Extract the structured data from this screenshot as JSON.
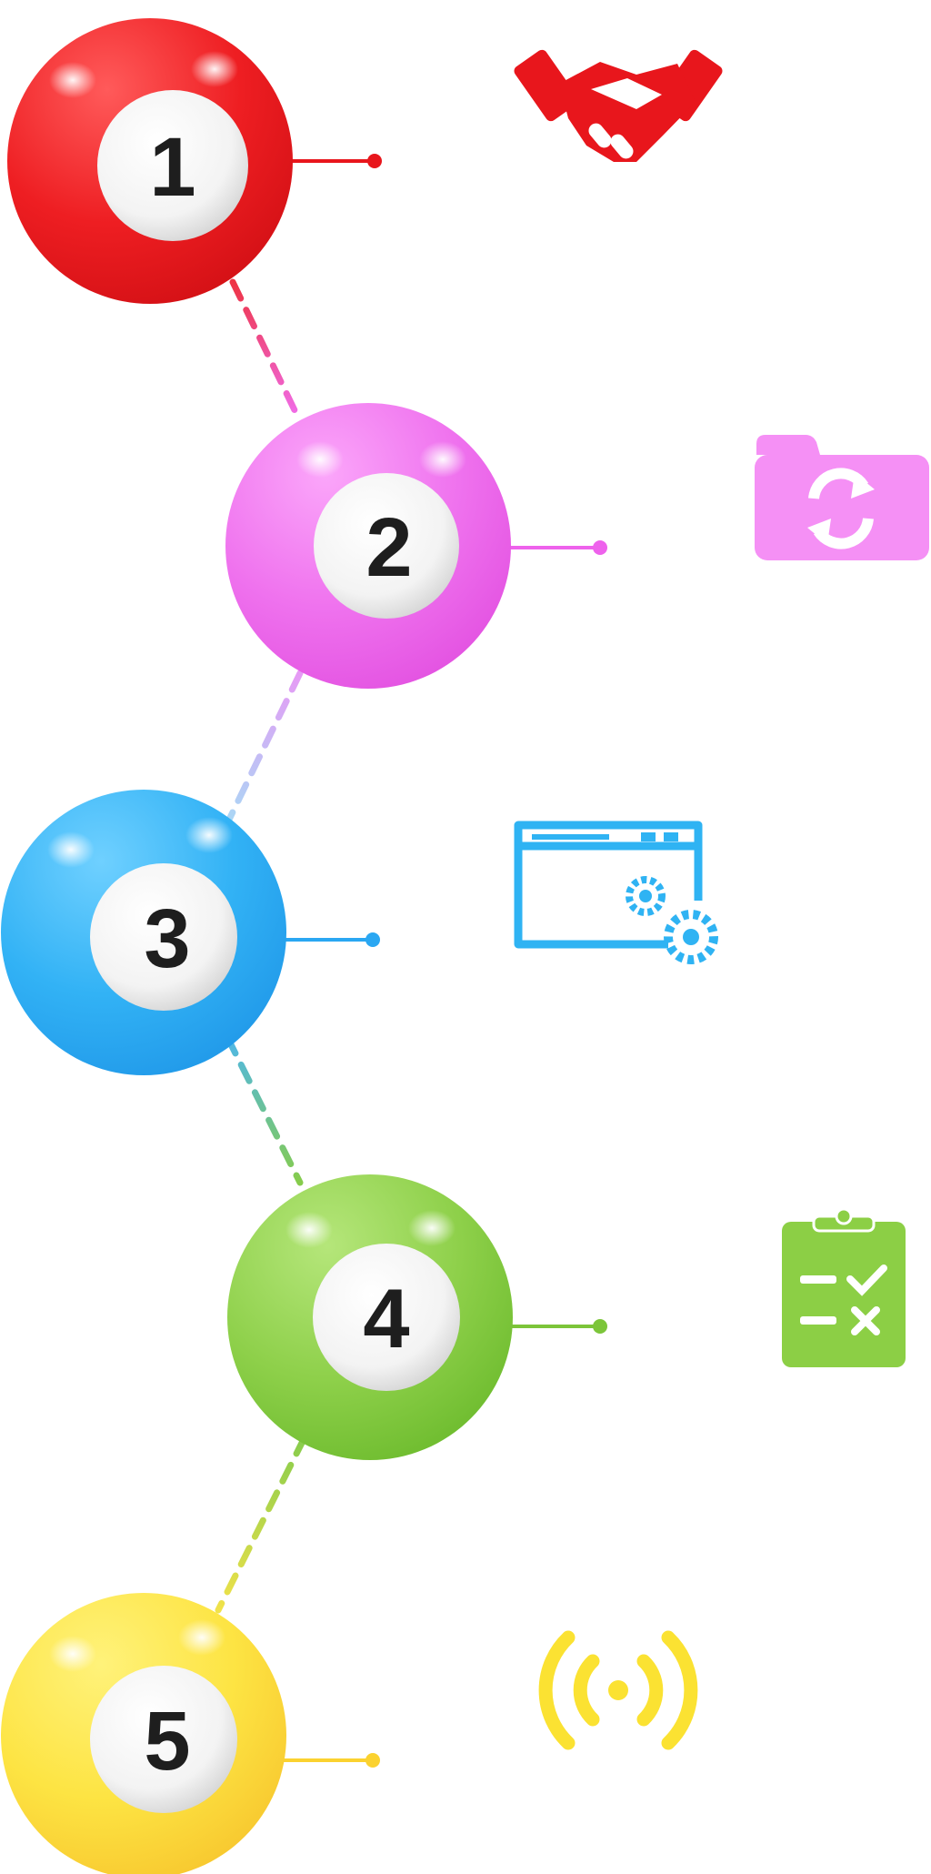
{
  "steps": [
    {
      "number": "1",
      "color": "#e8161c",
      "icon": "handshake-icon"
    },
    {
      "number": "2",
      "color": "#ee62ec",
      "icon": "folder-sync-icon"
    },
    {
      "number": "3",
      "color": "#2aa7f2",
      "icon": "browser-settings-icon"
    },
    {
      "number": "4",
      "color": "#7cc53a",
      "icon": "clipboard-checklist-icon"
    },
    {
      "number": "5",
      "color": "#fbd230",
      "icon": "broadcast-signal-icon"
    }
  ],
  "connectors": [
    {
      "from_color": "#ee3344",
      "to_color": "#f06be6"
    },
    {
      "from_color": "#e69af5",
      "to_color": "#a9d8f5"
    },
    {
      "from_color": "#4fb7e8",
      "to_color": "#86cc4c"
    },
    {
      "from_color": "#86cc4c",
      "to_color": "#f1e24a"
    }
  ]
}
